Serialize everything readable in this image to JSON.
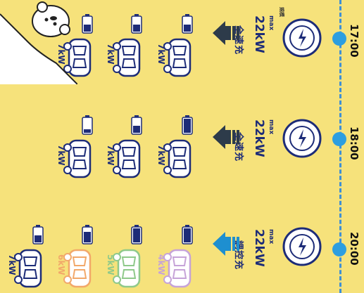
{
  "times": [
    "17:00",
    "18:00",
    "20:00"
  ],
  "charger_max": "max",
  "charger_badge": "規模",
  "sections": [
    {
      "time": "17:00",
      "max_kw": "22kW",
      "mode": "全速充",
      "cars": [
        {
          "kw": "7kW",
          "battery_level": 0.5,
          "color": "#1d2c78"
        },
        {
          "kw": "7kW",
          "battery_level": 0.5,
          "color": "#1d2c78"
        },
        {
          "kw": "7kW",
          "battery_level": 0.5,
          "color": "#1d2c78"
        }
      ]
    },
    {
      "time": "18:00",
      "max_kw": "22kW",
      "mode": "全速充",
      "cars": [
        {
          "kw": "7kW",
          "battery_level": 1.0,
          "color": "#1d2c78"
        },
        {
          "kw": "7kW",
          "battery_level": 0.5,
          "color": "#1d2c78"
        },
        {
          "kw": "7kW",
          "battery_level": 0.25,
          "color": "#1d2c78"
        }
      ]
    },
    {
      "time": "20:00",
      "max_kw": "22kW",
      "mode": "調控充",
      "cars": [
        {
          "kw": "4kW",
          "battery_level": 1.0,
          "color": "#c6a3d8"
        },
        {
          "kw": "5kW",
          "battery_level": 1.0,
          "color": "#8fc98a"
        },
        {
          "kw": "6kW",
          "battery_level": 0.75,
          "color": "#f2a86a"
        },
        {
          "kw": "7kW",
          "battery_level": 0.5,
          "color": "#1d2c78"
        }
      ]
    }
  ],
  "colors": {
    "background": "#f6e27b",
    "timeline": "#3f8fd4",
    "dot": "#2d9ee0",
    "text": "#1d2c78",
    "arrow_fast": "#2d3b4a",
    "arrow_controlled": "#1e8fd0"
  }
}
